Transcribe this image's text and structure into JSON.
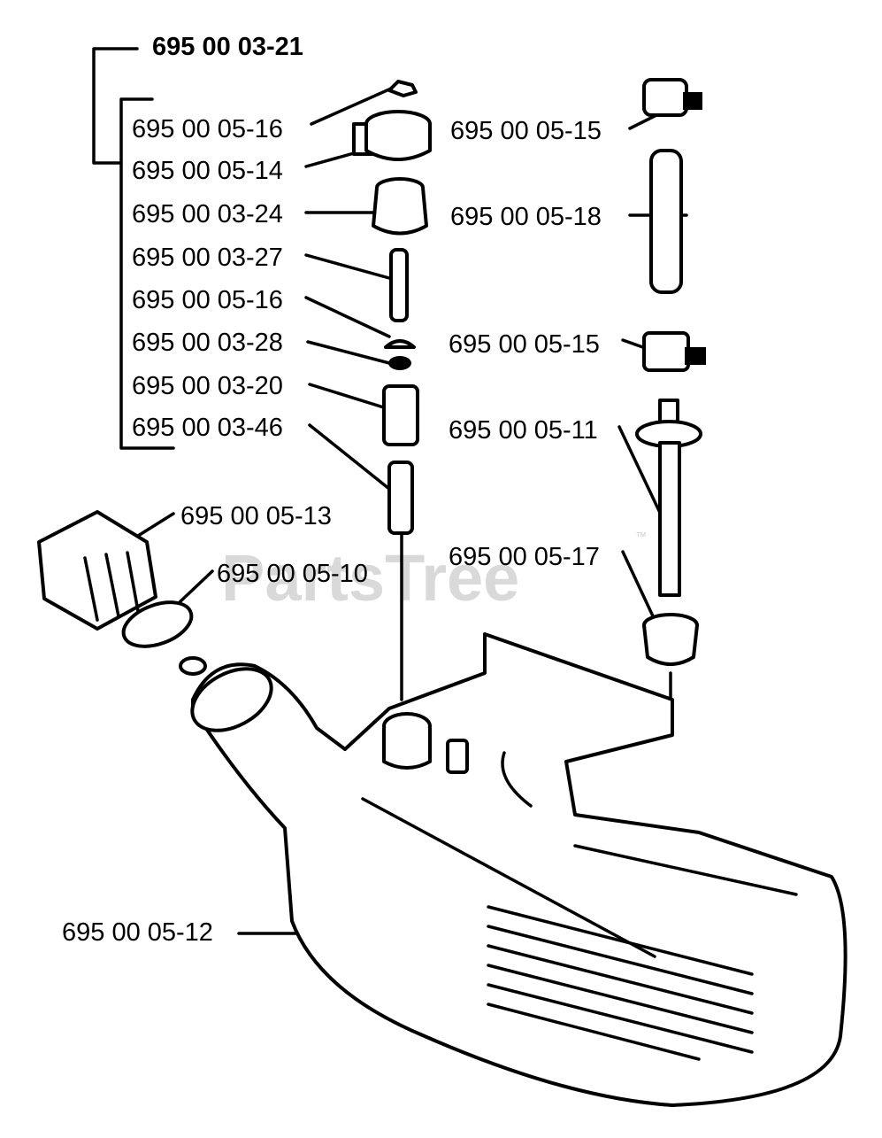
{
  "assembly": {
    "part_number": "695 00 03-21"
  },
  "labels": {
    "p_05_16_top": "695 00 05-16",
    "p_05_14": "695 00 05-14",
    "p_03_24": "695 00 03-24",
    "p_03_27": "695 00 03-27",
    "p_05_16_mid": "695 00 05-16",
    "p_03_28": "695 00 03-28",
    "p_03_20": "695 00 03-20",
    "p_03_46": "695 00 03-46",
    "p_05_15_top": "695 00 05-15",
    "p_05_18": "695 00 05-18",
    "p_05_15_mid": "695 00 05-15",
    "p_05_11": "695 00 05-11",
    "p_05_17": "695 00 05-17",
    "p_05_13": "695 00 05-13",
    "p_05_10": "695 00 05-10",
    "p_05_12": "695 00 05-12"
  },
  "watermark": {
    "text": "PartsTree",
    "trademark": "™"
  }
}
